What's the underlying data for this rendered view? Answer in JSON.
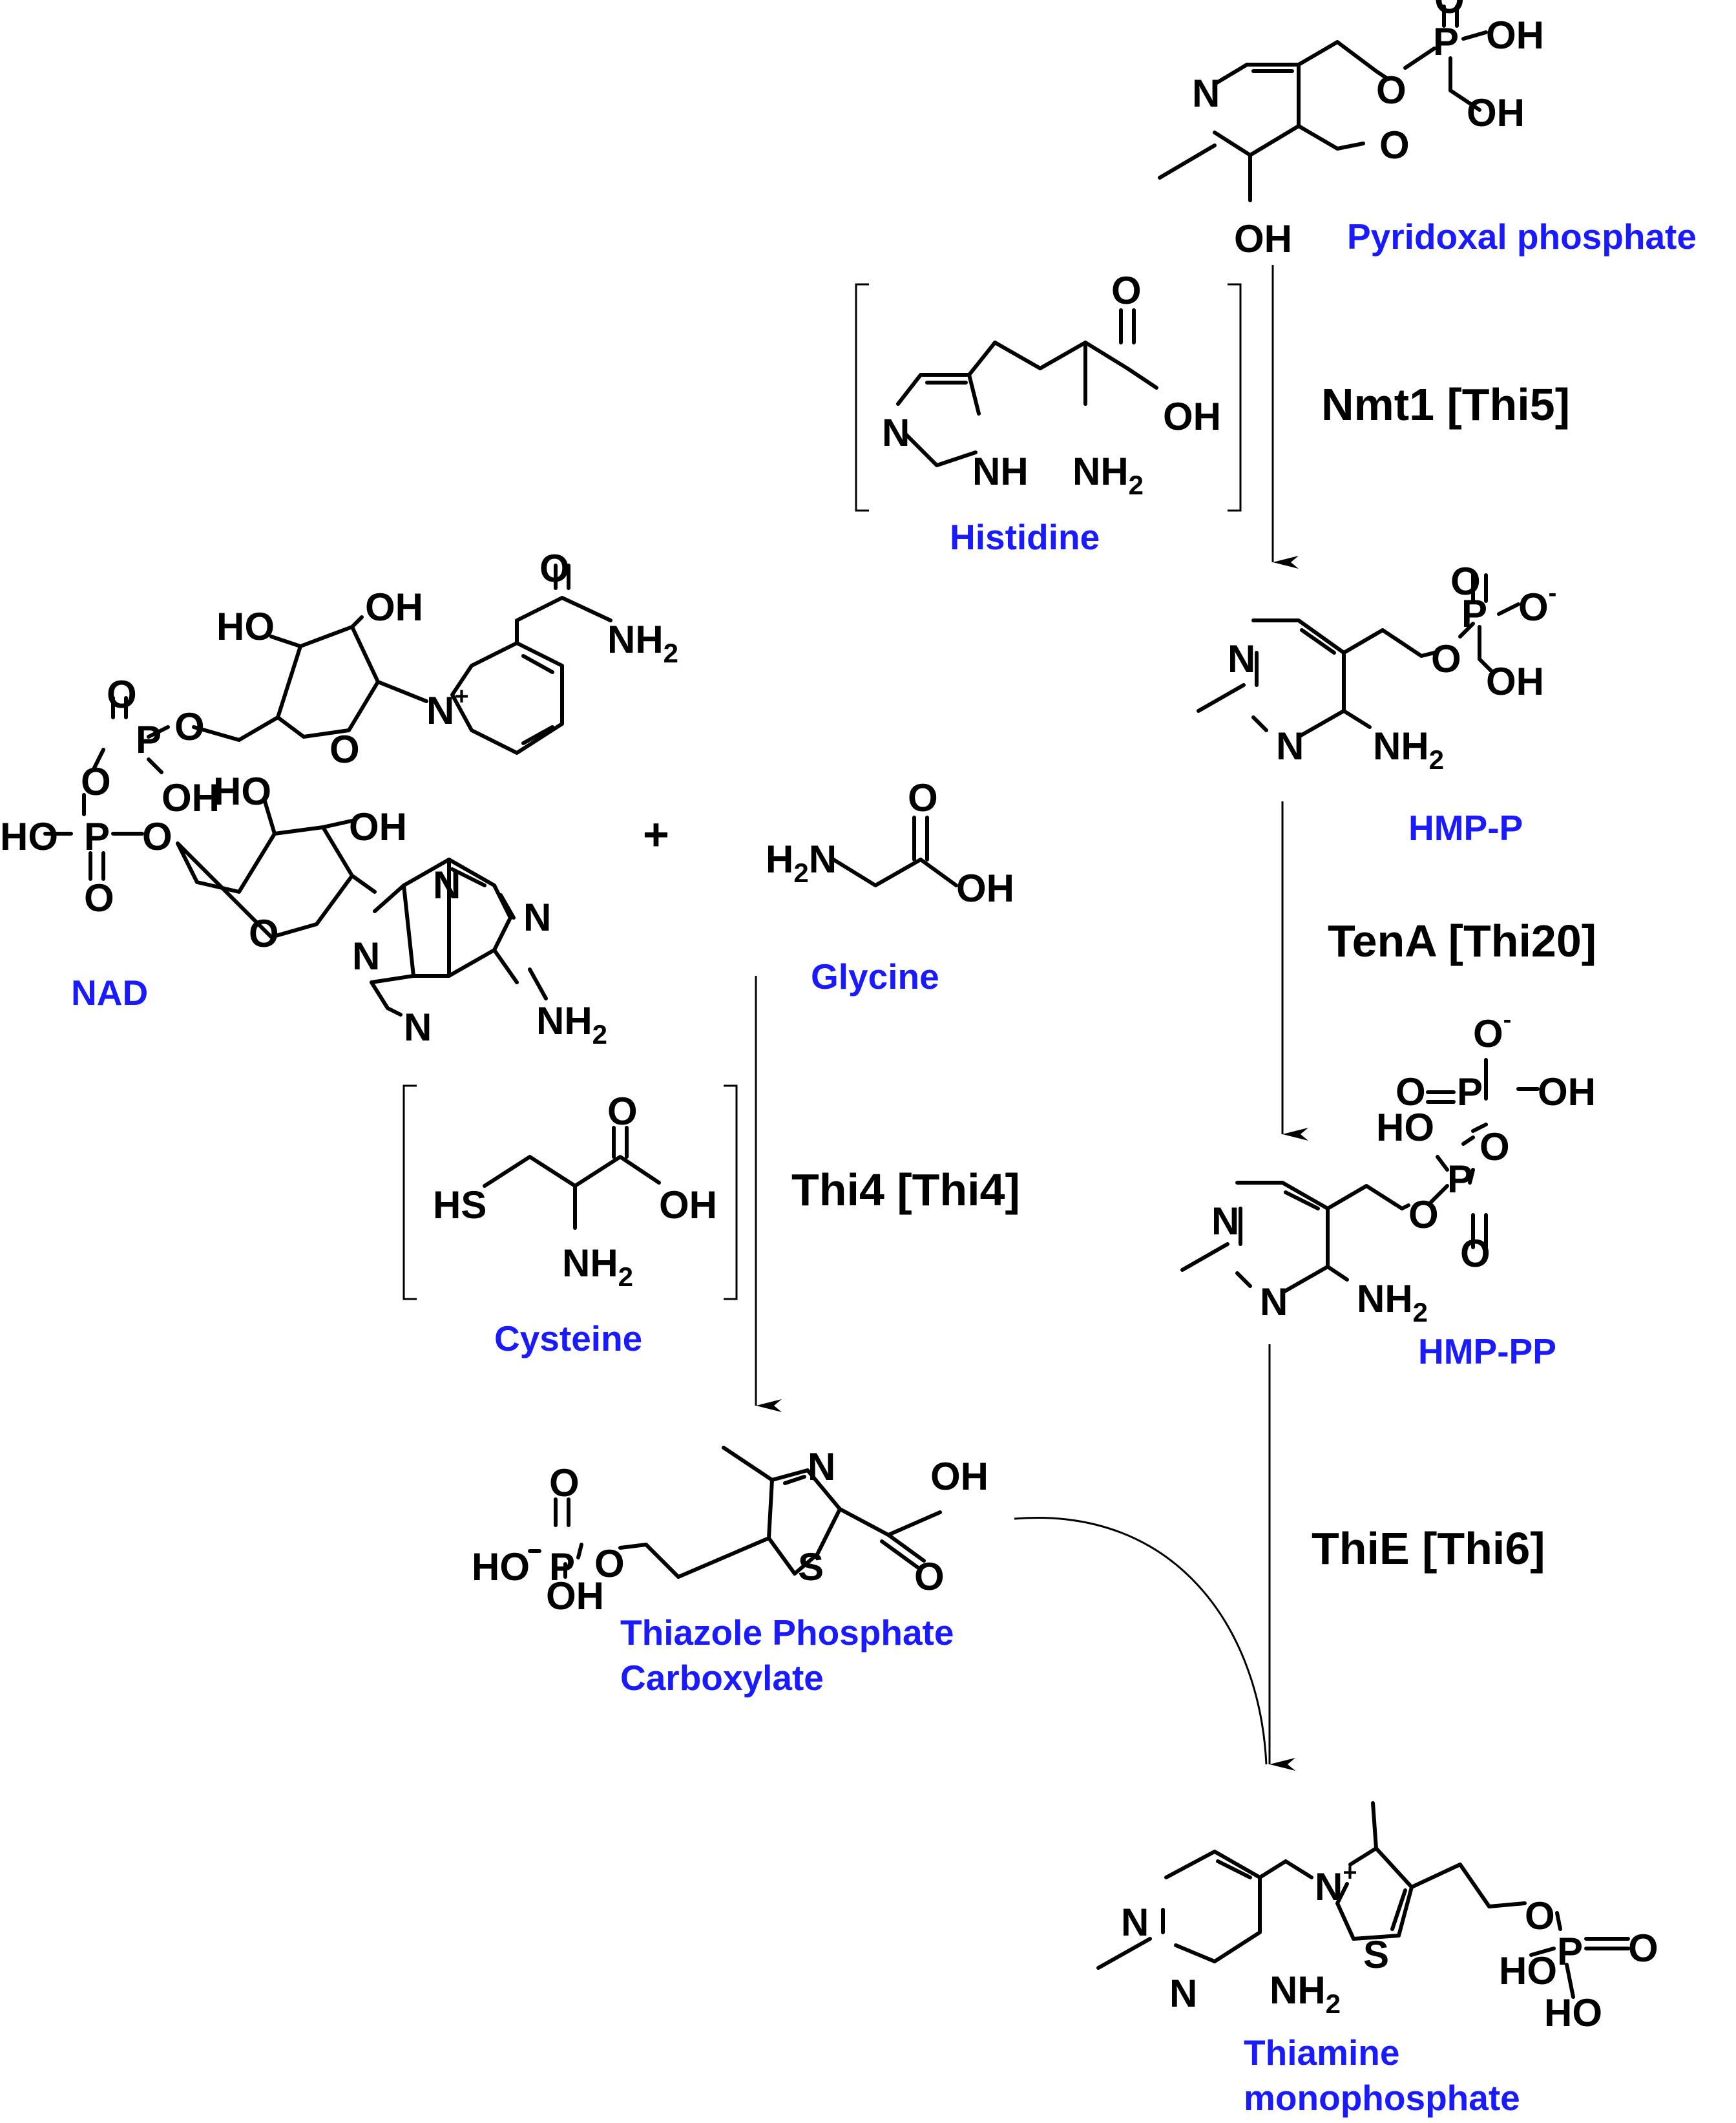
{
  "molecules": {
    "pyridoxal_phosphate": "Pyridoxal phosphate",
    "histidine": "Histidine",
    "hmp_p": "HMP-P",
    "hmp_pp": "HMP-PP",
    "nad": "NAD",
    "glycine": "Glycine",
    "cysteine": "Cysteine",
    "thiazole_line1": "Thiazole Phosphate",
    "thiazole_line2": "Carboxylate",
    "tmp_line1": "Thiamine",
    "tmp_line2": "monophosphate"
  },
  "enzymes": {
    "step1": "Nmt1 [Thi5]",
    "step2": "TenA [Thi20]",
    "step3": "Thi4 [Thi4]",
    "step4": "ThiE [Thi6]"
  },
  "plus_sign": "+",
  "atoms": {
    "N": "N",
    "O": "O",
    "S": "S",
    "P": "P",
    "OH": "OH",
    "HO": "HO",
    "NH": "NH",
    "NH2": "NH",
    "H2N": "H",
    "HS": "HS",
    "sub2": "2",
    "plus": "+",
    "minus": "-"
  },
  "colors": {
    "label": "#1a1aff",
    "structure": "#000000"
  }
}
